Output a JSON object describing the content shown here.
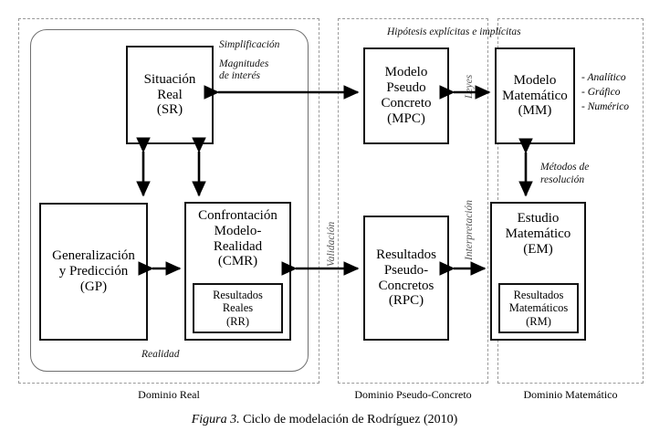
{
  "figure": {
    "caption_italic": "Figura 3.",
    "caption_rest": " Ciclo de modelación de Rodríguez (2010)"
  },
  "domains": [
    {
      "id": "real",
      "label": "Dominio Real"
    },
    {
      "id": "pseudo",
      "label": "Dominio Pseudo-Concreto"
    },
    {
      "id": "matematico",
      "label": "Dominio Matemático"
    }
  ],
  "containers": {
    "realidad_label": "Realidad"
  },
  "boxes": {
    "sr": {
      "lines": [
        "Situación",
        "Real",
        "(SR)"
      ]
    },
    "gp": {
      "lines": [
        "Generalización",
        "y Predicción",
        "(GP)"
      ]
    },
    "cmr": {
      "lines": [
        "Confrontación",
        "Modelo-",
        "Realidad",
        "(CMR)"
      ]
    },
    "rr": {
      "lines": [
        "Resultados",
        "Reales",
        "(RR)"
      ]
    },
    "mpc": {
      "lines": [
        "Modelo",
        "Pseudo",
        "Concreto",
        "(MPC)"
      ]
    },
    "rpc": {
      "lines": [
        "Resultados",
        "Pseudo-",
        "Concretos",
        "(RPC)"
      ]
    },
    "mm": {
      "lines": [
        "Modelo",
        "Matemático",
        "(MM)"
      ]
    },
    "em": {
      "lines": [
        "Estudio",
        "Matemático",
        "(EM)"
      ]
    },
    "rm": {
      "lines": [
        "Resultados",
        "Matemáticos",
        "(RM)"
      ]
    }
  },
  "annotations": {
    "simplificacion": "Simplificación",
    "magnitudes_l1": "Magnitudes",
    "magnitudes_l2": "de interés",
    "hipotesis": "Hipótesis explícitas e implícitas",
    "metodos_l1": "Métodos de",
    "metodos_l2": "resolución",
    "leyes": "Leyes",
    "validacion": "Validación",
    "interpretacion": "Interpretación",
    "mm_list": [
      "- Analítico",
      "- Gráfico",
      "- Numérico"
    ]
  },
  "colors": {
    "box_border": "#111111",
    "dashed_border": "#9a9a9a",
    "rounded_border": "#6f6f6f",
    "arrow": "#000000",
    "text": "#000000",
    "background": "#ffffff"
  }
}
